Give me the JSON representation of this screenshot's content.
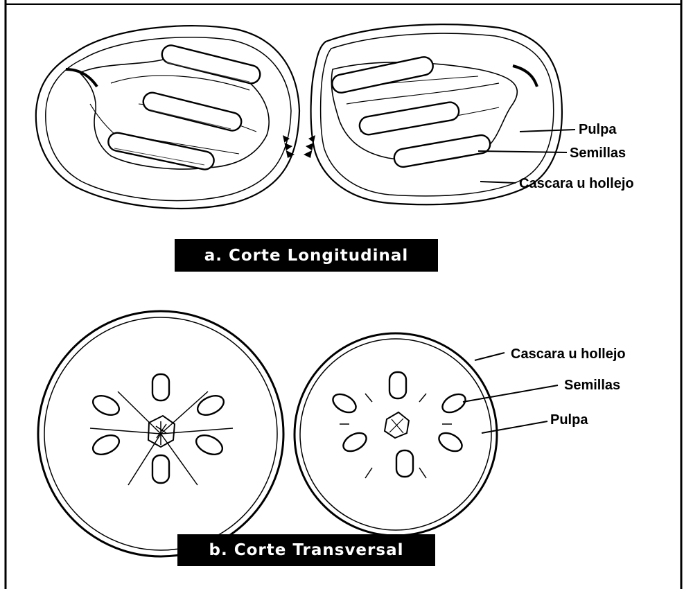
{
  "labels": {
    "longitudinal": {
      "pulpa": "Pulpa",
      "semillas": "Semillas",
      "cascara": "Cascara u hollejo"
    },
    "transversal": {
      "cascara": "Cascara u hollejo",
      "semillas": "Semillas",
      "pulpa": "Pulpa"
    }
  },
  "captions": {
    "longitudinal": "a. Corte Longitudinal",
    "transversal": "b. Corte Transversal"
  }
}
